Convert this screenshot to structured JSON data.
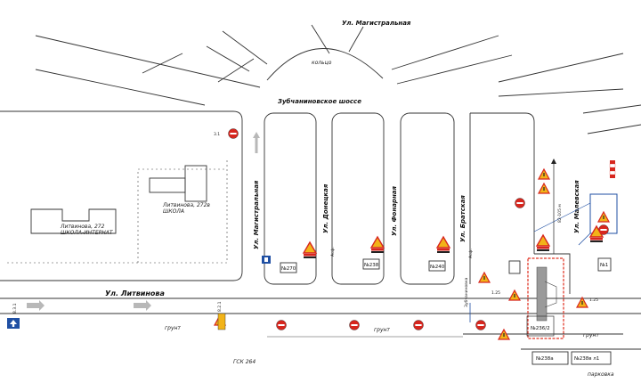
{
  "streets": {
    "magistralnaya_top": "Ул. Магистральная",
    "ring": "кольцо",
    "zubchaninovskoe": "Зубчаниновское шоссе",
    "magistralnaya_vertical": "Ул. Магистральная",
    "donetskaya": "Ул. Донецкая",
    "fonarnaya": "Ул. Фонарная",
    "bratskaya": "Ул. Братская",
    "malevskaya": "Ул. Малевская",
    "litvinova": "Ул. Литвинова"
  },
  "buildings": {
    "school_internat": "Литвинова, 272\nШКОЛА-ИНТЕРНАТ",
    "school": "Литвинова, 272в\nШКОЛА",
    "stop_270": "№270",
    "stop_238": "№238",
    "stop_240": "№240",
    "stop_236_2": "№236/2",
    "box_238a": "№238а",
    "box_238b": "№238в л1",
    "box_236": "№1"
  },
  "labels": {
    "gsk": "ГСК 264",
    "ground_1": "грунт",
    "ground_2": "грунт",
    "ground_3": "грунт",
    "asphalt_1": "Асф.",
    "asphalt_2": "Асф.",
    "distance": "82-105 м",
    "zubchaninovka": "Зубчаниновка",
    "parking": "парковка",
    "sign_code_1": "3.1",
    "sign_code_2": "1.25",
    "sign_code_3": "1.25",
    "legend_a": "8.3.1",
    "legend_b": "8.2.1"
  },
  "colors": {
    "sign_red": "#d7261e",
    "sign_yellow": "#f2b318",
    "blue": "#1f4fa3",
    "arrow_grey": "#b8b8b8",
    "worksite_red": "#e03020",
    "worksite_grey": "#9a9a9a"
  }
}
